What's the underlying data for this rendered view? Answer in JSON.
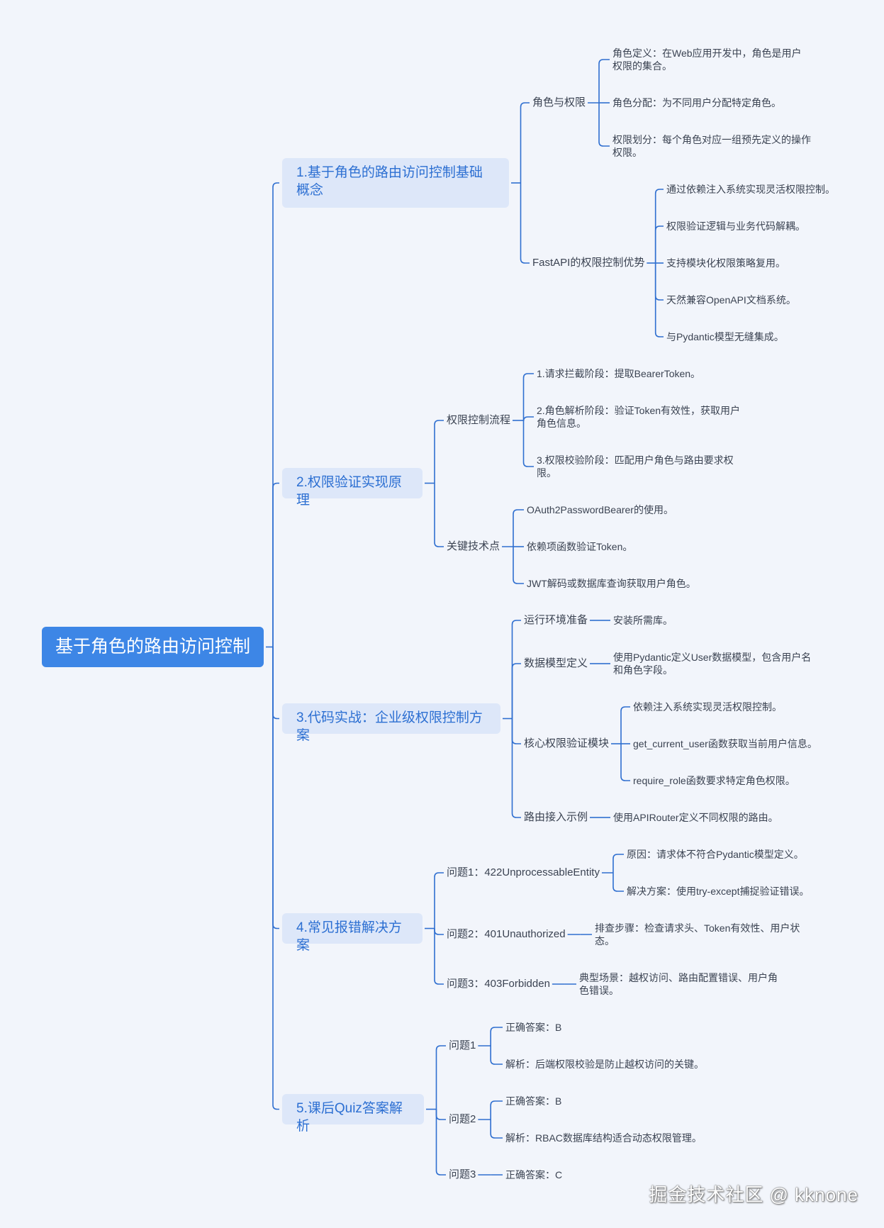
{
  "root": {
    "label": "基于角色的路由访问控制"
  },
  "topics": [
    {
      "label": "1.基于角色的路由访问控制基础概念",
      "children": [
        {
          "label": "角色与权限",
          "leaves": [
            "角色定义：在Web应用开发中，角色是用户权限的集合。",
            "角色分配：为不同用户分配特定角色。",
            "权限划分：每个角色对应一组预先定义的操作权限。"
          ]
        },
        {
          "label": "FastAPI的权限控制优势",
          "leaves": [
            "通过依赖注入系统实现灵活权限控制。",
            "权限验证逻辑与业务代码解耦。",
            "支持模块化权限策略复用。",
            "天然兼容OpenAPI文档系统。",
            "与Pydantic模型无缝集成。"
          ]
        }
      ]
    },
    {
      "label": "2.权限验证实现原理",
      "children": [
        {
          "label": "权限控制流程",
          "leaves": [
            "1.请求拦截阶段：提取BearerToken。",
            "2.角色解析阶段：验证Token有效性，获取用户角色信息。",
            "3.权限校验阶段：匹配用户角色与路由要求权限。"
          ]
        },
        {
          "label": "关键技术点",
          "leaves": [
            "OAuth2PasswordBearer的使用。",
            "依赖项函数验证Token。",
            "JWT解码或数据库查询获取用户角色。"
          ]
        }
      ]
    },
    {
      "label": "3.代码实战：企业级权限控制方案",
      "children": [
        {
          "label": "运行环境准备",
          "leaves": [
            "安装所需库。"
          ]
        },
        {
          "label": "数据模型定义",
          "leaves": [
            "使用Pydantic定义User数据模型，包含用户名和角色字段。"
          ]
        },
        {
          "label": "核心权限验证模块",
          "leaves": [
            "依赖注入系统实现灵活权限控制。",
            "get_current_user函数获取当前用户信息。",
            "require_role函数要求特定角色权限。"
          ]
        },
        {
          "label": "路由接入示例",
          "leaves": [
            "使用APIRouter定义不同权限的路由。"
          ]
        }
      ]
    },
    {
      "label": "4.常见报错解决方案",
      "children": [
        {
          "label": "问题1：422UnprocessableEntity",
          "leaves": [
            "原因：请求体不符合Pydantic模型定义。",
            "解决方案：使用try-except捕捉验证错误。"
          ]
        },
        {
          "label": "问题2：401Unauthorized",
          "leaves": [
            "排查步骤：检查请求头、Token有效性、用户状态。"
          ]
        },
        {
          "label": "问题3：403Forbidden",
          "leaves": [
            "典型场景：越权访问、路由配置错误、用户角色错误。"
          ]
        }
      ]
    },
    {
      "label": "5.课后Quiz答案解析",
      "children": [
        {
          "label": "问题1",
          "leaves": [
            "正确答案：B",
            "解析：后端权限校验是防止越权访问的关键。"
          ]
        },
        {
          "label": "问题2",
          "leaves": [
            "正确答案：B",
            "解析：RBAC数据库结构适合动态权限管理。"
          ]
        },
        {
          "label": "问题3",
          "leaves": [
            "正确答案：C"
          ]
        }
      ]
    }
  ],
  "watermark": "掘金技术社区 @ kknone",
  "colors": {
    "background": "#f2f5fb",
    "root_fill": "#3d86e6",
    "topic_fill": "#dde7f9",
    "topic_text": "#2c6fd2",
    "connector": "#2f6fd0",
    "text": "#3b4352"
  }
}
